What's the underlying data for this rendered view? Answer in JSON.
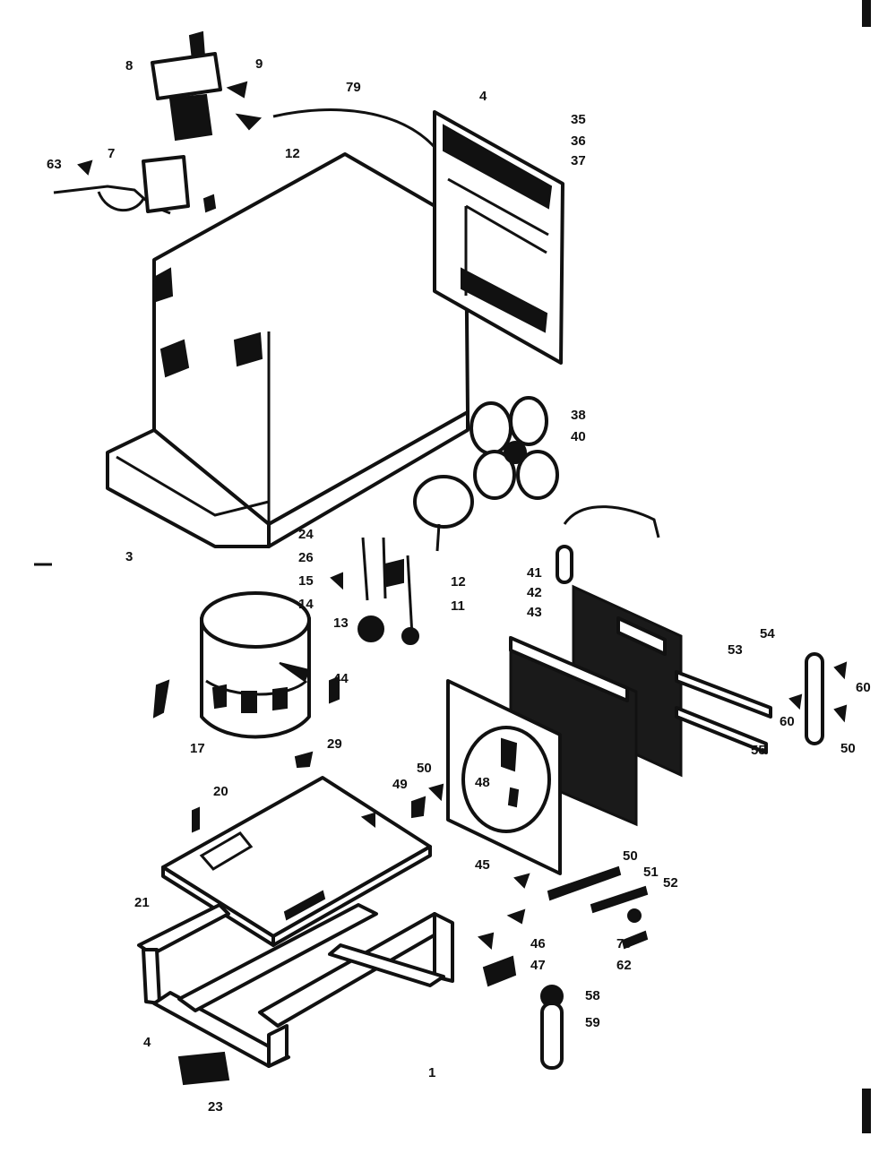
{
  "diagram": {
    "labels": [
      {
        "id": "l1",
        "text": "8"
      },
      {
        "id": "l2",
        "text": "9"
      },
      {
        "id": "l3",
        "text": "79"
      },
      {
        "id": "l4",
        "text": "4"
      },
      {
        "id": "l5",
        "text": "35"
      },
      {
        "id": "l6",
        "text": "36"
      },
      {
        "id": "l7",
        "text": "37"
      },
      {
        "id": "l8",
        "text": "63"
      },
      {
        "id": "l9",
        "text": "7"
      },
      {
        "id": "l10",
        "text": "12"
      },
      {
        "id": "l11",
        "text": "38"
      },
      {
        "id": "l12",
        "text": "40"
      },
      {
        "id": "l13",
        "text": "3"
      },
      {
        "id": "l14",
        "text": "24"
      },
      {
        "id": "l15",
        "text": "26"
      },
      {
        "id": "l16",
        "text": "15"
      },
      {
        "id": "l17",
        "text": "14"
      },
      {
        "id": "l18",
        "text": "13"
      },
      {
        "id": "l19",
        "text": "12"
      },
      {
        "id": "l20",
        "text": "11"
      },
      {
        "id": "l21",
        "text": "41"
      },
      {
        "id": "l22",
        "text": "42"
      },
      {
        "id": "l23",
        "text": "43"
      },
      {
        "id": "l24",
        "text": "53"
      },
      {
        "id": "l25",
        "text": "54"
      },
      {
        "id": "l26",
        "text": "44"
      },
      {
        "id": "l27",
        "text": "60"
      },
      {
        "id": "l28",
        "text": "60"
      },
      {
        "id": "l29",
        "text": "55"
      },
      {
        "id": "l30",
        "text": "50"
      },
      {
        "id": "l31",
        "text": "17"
      },
      {
        "id": "l32",
        "text": "20"
      },
      {
        "id": "l33",
        "text": "29"
      },
      {
        "id": "l34",
        "text": "50"
      },
      {
        "id": "l35",
        "text": "49"
      },
      {
        "id": "l36",
        "text": "48"
      },
      {
        "id": "l37",
        "text": "45"
      },
      {
        "id": "l38",
        "text": "50"
      },
      {
        "id": "l39",
        "text": "51"
      },
      {
        "id": "l40",
        "text": "52"
      },
      {
        "id": "l41",
        "text": "21"
      },
      {
        "id": "l42",
        "text": "70"
      },
      {
        "id": "l43",
        "text": "62"
      },
      {
        "id": "l44",
        "text": "46"
      },
      {
        "id": "l45",
        "text": "47"
      },
      {
        "id": "l46",
        "text": "58"
      },
      {
        "id": "l47",
        "text": "59"
      },
      {
        "id": "l48",
        "text": "23"
      },
      {
        "id": "l49",
        "text": "4"
      },
      {
        "id": "l50",
        "text": "1"
      }
    ]
  }
}
